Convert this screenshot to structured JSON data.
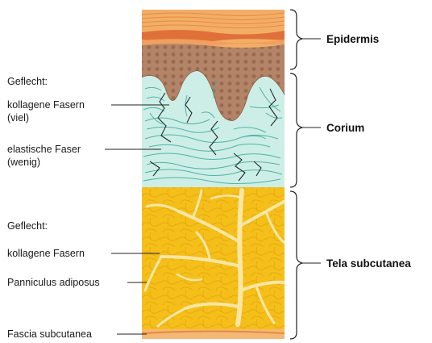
{
  "layers": {
    "epidermis": "Epidermis",
    "corium": "Corium",
    "tela": "Tela subcutanea"
  },
  "labels": {
    "geflecht_1": "Geflecht:",
    "kollagen_1_line1": "kollagene Fasern",
    "kollagen_1_line2": "(viel)",
    "elastisch_line1": "elastische Faser",
    "elastisch_line2": "(wenig)",
    "geflecht_2": "Geflecht:",
    "kollagen_2": "kollagene Fasern",
    "panniculus": "Panniculus adiposus",
    "fascia": "Fascia subcutanea"
  },
  "colors": {
    "epidermis_top": "#f2a65a",
    "epidermis_band": "#e0703a",
    "basal": "#b98a6e",
    "corium": "#c9ece4",
    "corium_fiber": "#3aa99a",
    "fat": "#f6c21e",
    "septa": "#fbe7a4",
    "fascia": "#f0a24c"
  }
}
